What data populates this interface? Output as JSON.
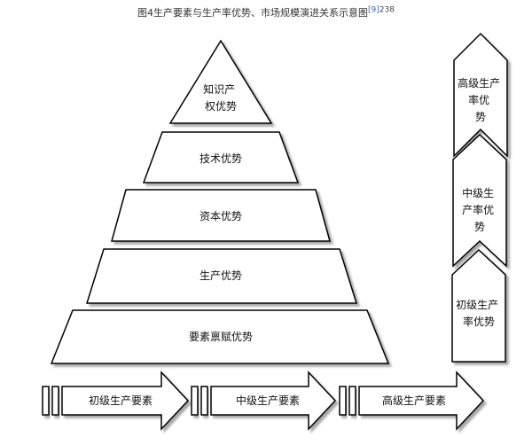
{
  "caption": {
    "title": "图4生产要素与生产率优势、市场规模演进关系示意图",
    "ref": "[9]",
    "page": "238"
  },
  "pyramid": {
    "levels": [
      {
        "lines": [
          "知识产",
          "权优势"
        ]
      },
      {
        "lines": [
          "技术优势"
        ]
      },
      {
        "lines": [
          "资本优势"
        ]
      },
      {
        "lines": [
          "生产优势"
        ]
      },
      {
        "lines": [
          "要素禀赋优势"
        ]
      }
    ]
  },
  "productivity_arrows": [
    {
      "lines": [
        "高级生产",
        "率优",
        "势"
      ]
    },
    {
      "lines": [
        "中级生",
        "产率优",
        "势"
      ]
    },
    {
      "lines": [
        "初级生产",
        "率优势"
      ]
    }
  ],
  "factor_arrows": [
    {
      "label": "初级生产要素"
    },
    {
      "label": "中级生产要素"
    },
    {
      "label": "高级生产要素"
    }
  ]
}
